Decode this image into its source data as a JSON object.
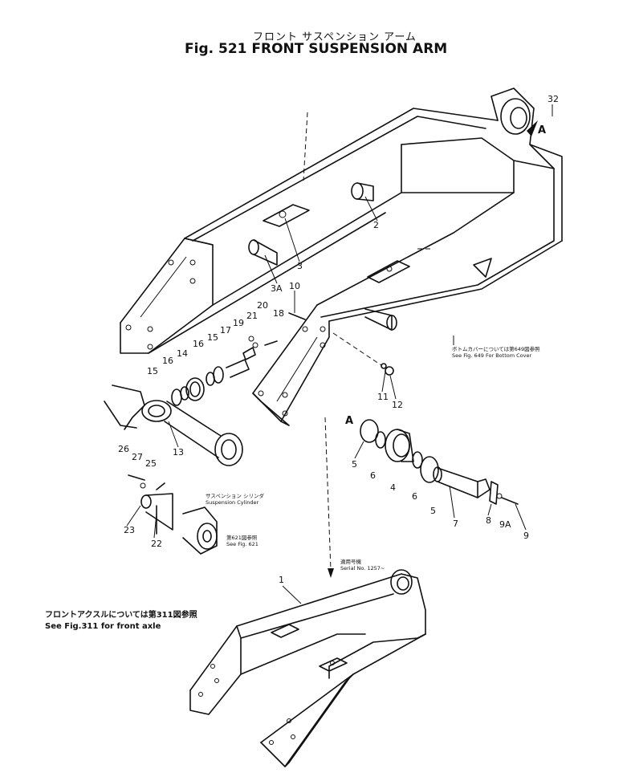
{
  "title_jp": "フロント サスペンション アーム",
  "title": "Fig. 521  FRONT SUSPENSION ARM",
  "notes": {
    "bottom_cover_jp": "ボトムカバーについては第649図参照",
    "bottom_cover_en": "See Fig. 649 For Bottom Cover",
    "cylinder_jp": "サスペンション シリンダ",
    "cylinder_en": "Suspension Cylinder",
    "cylinder_ref_jp": "第621図参照",
    "cylinder_ref_en": "See Fig. 621",
    "serial_jp": "適用号機",
    "serial_en": "Serial No. 1257~",
    "front_axle_jp": "フロントアクスルについては第311図参照",
    "front_axle_en": "See Fig.311 for front axle"
  },
  "callouts": {
    "c32": "32",
    "cA_top": "A",
    "c2": "2",
    "c3": "3",
    "c3A": "3A",
    "c10": "10",
    "c21": "21",
    "c20": "20",
    "c18": "18",
    "c19": "19",
    "c17": "17",
    "c15a": "15",
    "c16a": "16",
    "c14": "14",
    "c16b": "16",
    "c15b": "15",
    "c13": "13",
    "c11": "11",
    "c12": "12",
    "cA_mid": "A",
    "c5a": "5",
    "c6a": "6",
    "c4": "4",
    "c6b": "6",
    "c5b": "5",
    "c7": "7",
    "c8": "8",
    "c9A": "9A",
    "c9": "9",
    "c26": "26",
    "c27": "27",
    "c25": "25",
    "c23": "23",
    "c22": "22",
    "c1": "1"
  }
}
